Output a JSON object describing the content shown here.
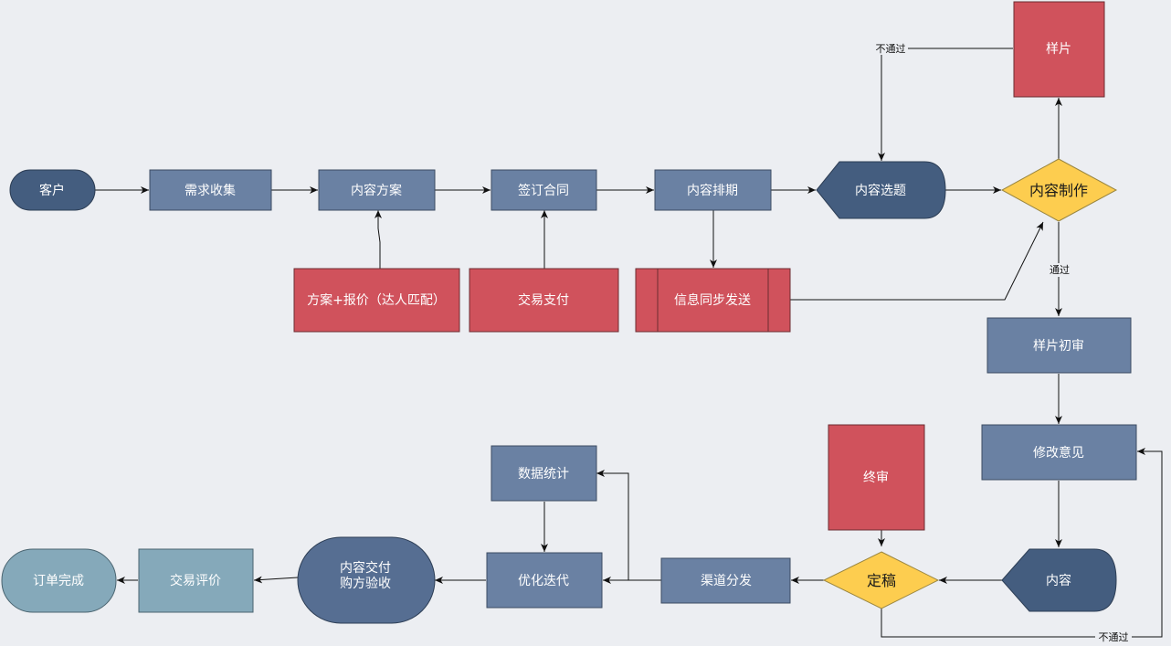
{
  "nodes": {
    "customer": "客户",
    "requirement": "需求收集",
    "content_plan": "内容方案",
    "contract": "签订合同",
    "schedule": "内容排期",
    "topic": "内容选题",
    "production": "内容制作",
    "sample": "样片",
    "plan_quote": "方案+报价（达人匹配）",
    "payment": "交易支付",
    "info_sync": "信息同步发送",
    "sample_review": "样片初审",
    "revision": "修改意见",
    "content": "内容",
    "final_review": "终审",
    "finalize": "定稿",
    "distribution": "渠道分发",
    "data_stats": "数据统计",
    "optimize": "优化迭代",
    "delivery_line1": "内容交付",
    "delivery_line2": "购方验收",
    "trade_review": "交易评价",
    "order_done": "订单完成"
  },
  "edge_labels": {
    "reject_top": "不通过",
    "pass": "通过",
    "reject_bottom": "不通过"
  },
  "colors": {
    "steel_blue": "#6a81a3",
    "navy": "#445d7f",
    "red": "#d0525c",
    "yellow": "#fdcd4f",
    "teal": "#85a9ba"
  }
}
